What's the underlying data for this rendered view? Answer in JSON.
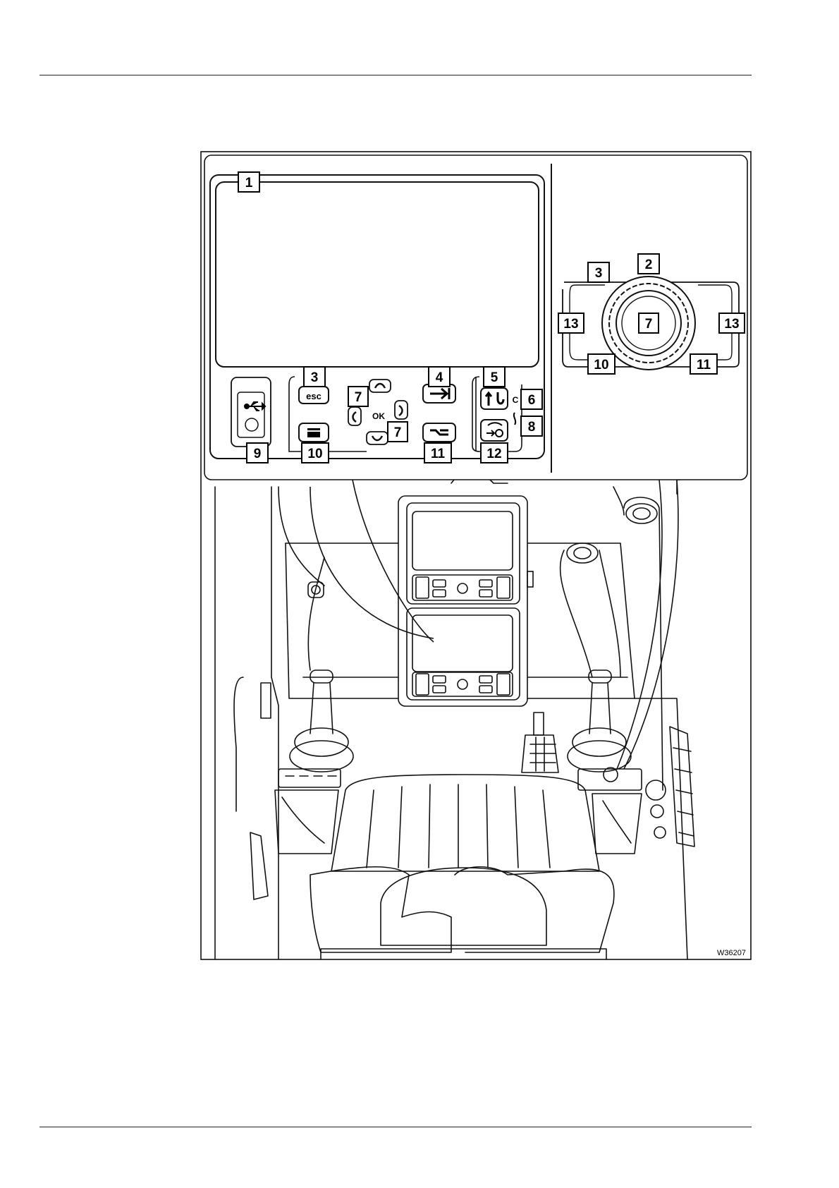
{
  "figure_code": "W36207",
  "keys": {
    "esc": "esc",
    "ok": "OK",
    "c_mark": "C"
  },
  "callouts": {
    "screen": "1",
    "rotary_dial": "2",
    "escape_left": "3",
    "escape_right": "3",
    "tab": "4",
    "hook": "5",
    "c_key": "6",
    "arrows_top": "7",
    "arrows_bottom": "7",
    "dial_center": "7",
    "key_8": "8",
    "usb_port": "9",
    "menu_left": "10",
    "menu_right": "10",
    "key_11_left": "11",
    "key_11_right": "11",
    "camera": "12",
    "dial_left": "13",
    "dial_right": "13"
  }
}
